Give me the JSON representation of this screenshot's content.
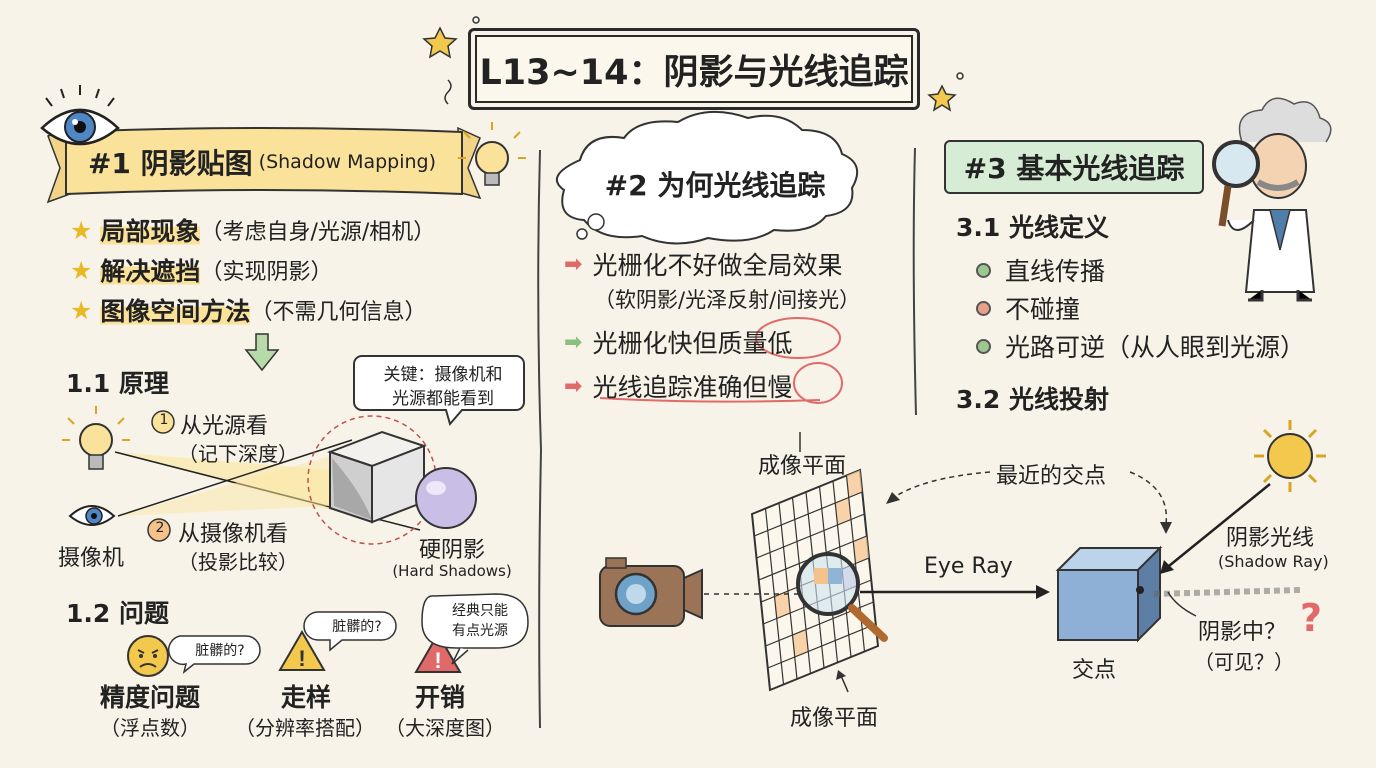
{
  "title": "L13~14：阴影与光线追踪",
  "section1": {
    "heading": "#1 阴影贴图",
    "heading_en": "(Shadow Mapping)",
    "bullets": [
      {
        "main": "局部现象",
        "note": "（考虑自身/光源/相机）"
      },
      {
        "main": "解决遮挡",
        "note": "（实现阴影）"
      },
      {
        "main": "图像空间方法",
        "note": "（不需几何信息）"
      }
    ],
    "principle": {
      "heading": "1.1 原理",
      "step1_num": "1",
      "step1": "从光源看",
      "step1_note": "（记下深度）",
      "step2_num": "2",
      "step2": "从摄像机看",
      "step2_note": "（投影比较）",
      "camera_label": "摄像机",
      "bubble_line1": "关键：摄像机和",
      "bubble_line2": "光源都能看到",
      "result": "硬阴影",
      "result_en": "(Hard Shadows)"
    },
    "problems": {
      "heading": "1.2 问题",
      "items": [
        {
          "title": "精度问题",
          "note": "（浮点数）",
          "bubble": "脏髒的?"
        },
        {
          "title": "走样",
          "note": "（分辨率搭配）",
          "bubble": "脏髒的?"
        },
        {
          "title": "开销",
          "note": "（大深度图）",
          "bubble_line1": "经典只能",
          "bubble_line2": "有点光源"
        }
      ]
    }
  },
  "section2": {
    "heading": "#2 为何光线追踪",
    "items": [
      {
        "text": "光栅化不好做全局效果",
        "note": "（软阴影/光泽反射/间接光）"
      },
      {
        "text_a": "光栅化快但",
        "text_b": "质量低"
      },
      {
        "text_a": "光线追踪准确但",
        "text_b": "慢"
      }
    ]
  },
  "section3": {
    "heading": "#3 基本光线追踪",
    "sub1": "3.1 光线定义",
    "points": [
      {
        "text": "直线传播",
        "color": "#9cc78f"
      },
      {
        "text": "不碰撞",
        "color": "#e8a08a"
      },
      {
        "text": "光路可逆（从人眼到光源）",
        "color": "#9cc78f"
      }
    ],
    "sub2": "3.2 光线投射",
    "diagram": {
      "image_plane_top": "成像平面",
      "image_plane_bottom": "成像平面",
      "nearest": "最近的交点",
      "eye_ray": "Eye Ray",
      "shadow_ray": "阴影光线",
      "shadow_ray_en": "(Shadow Ray)",
      "intersection": "交点",
      "in_shadow": "阴影中？",
      "visible": "（可见？）",
      "qmark": "?"
    }
  },
  "colors": {
    "accent_yellow": "#fbe29a",
    "accent_green": "#d6ecd4",
    "accent_red": "#e06a6a",
    "ink": "#2a2a2a"
  }
}
